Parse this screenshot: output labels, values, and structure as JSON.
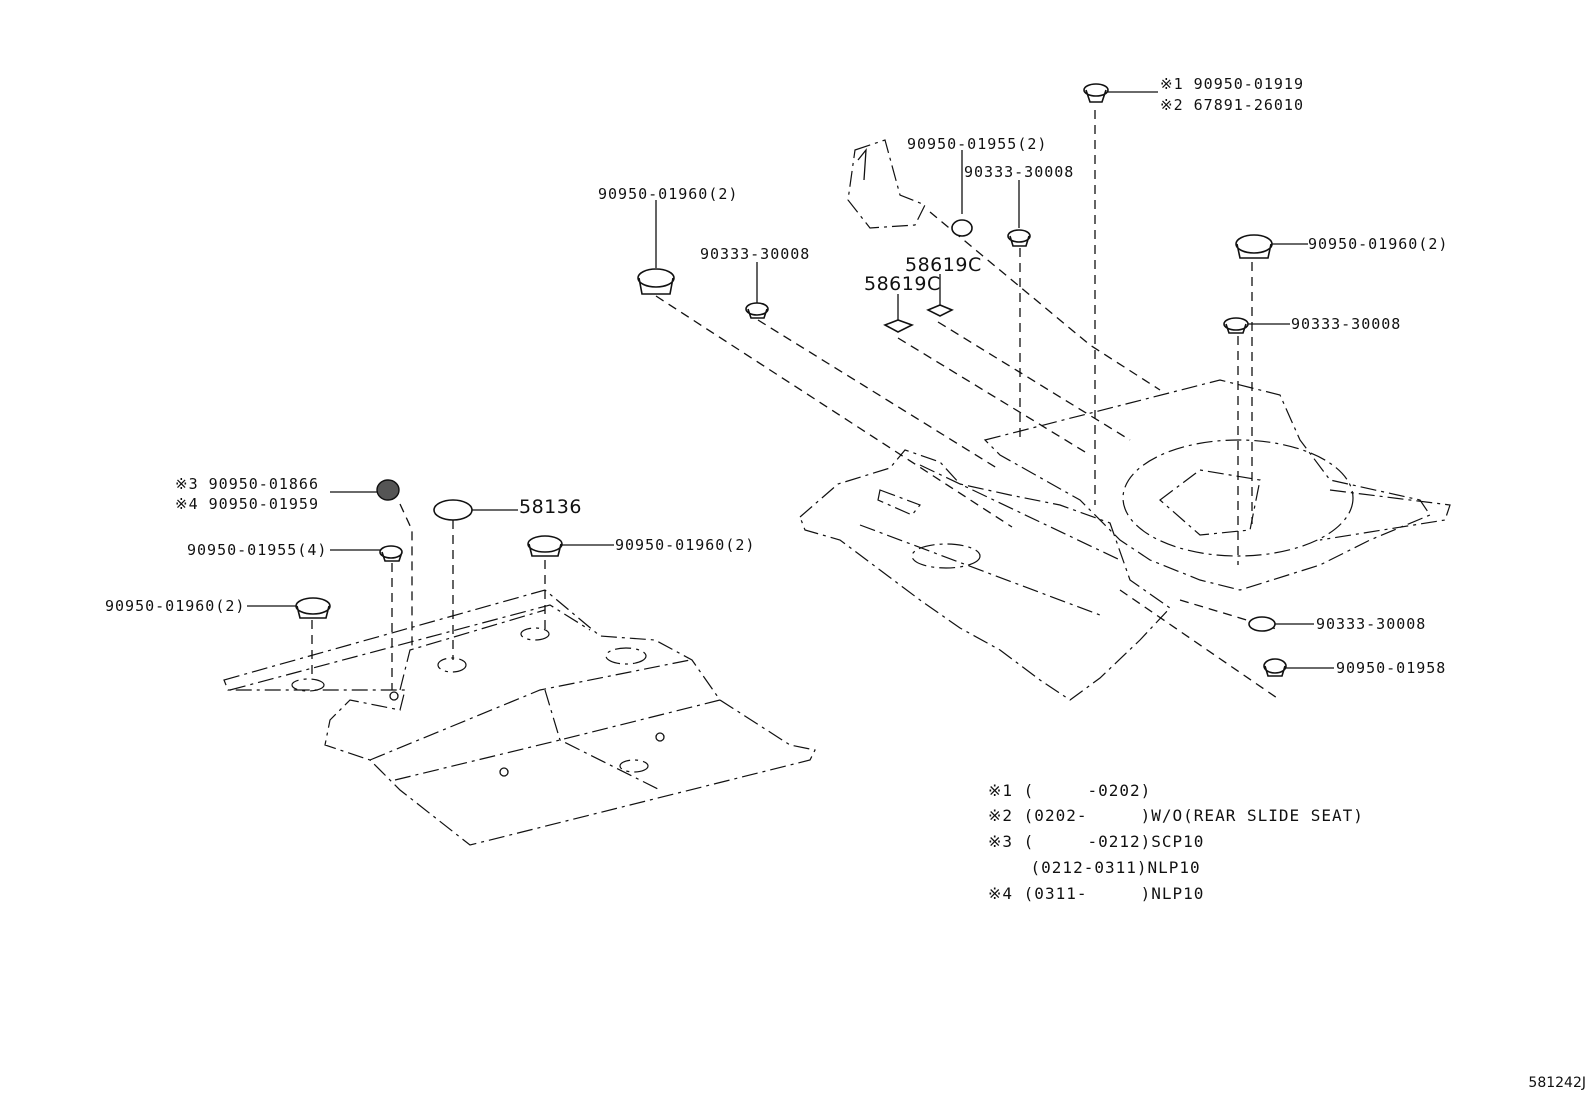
{
  "callouts": {
    "r_top_1": "※1 90950-01919",
    "r_top_2": "※2 67891-26010",
    "r_90950_01955_2": "90950-01955(2)",
    "r_90333_a": "90333-30008",
    "r_90950_01960_left": "90950-01960(2)",
    "r_90333_b": "90333-30008",
    "r_58619c_a": "58619C",
    "r_58619c_b": "58619C",
    "r_90950_01960_right": "90950-01960(2)",
    "r_90333_c": "90333-30008",
    "r_90333_d": "90333-30008",
    "r_90950_01958": "90950-01958",
    "l_note3": "※3 90950-01866",
    "l_note4": "※4 90950-01959",
    "l_58136": "58136",
    "l_90950_01955_4": "90950-01955(4)",
    "l_90950_01960_a": "90950-01960(2)",
    "l_90950_01960_b": "90950-01960(2)"
  },
  "notes": [
    "※1 (     -0202)",
    "※2 (0202-     )W/O(REAR SLIDE SEAT)",
    "※3 (     -0212)SCP10",
    "    (0212-0311)NLP10",
    "※4 (0311-     )NLP10"
  ],
  "diagram_code": "581242J"
}
